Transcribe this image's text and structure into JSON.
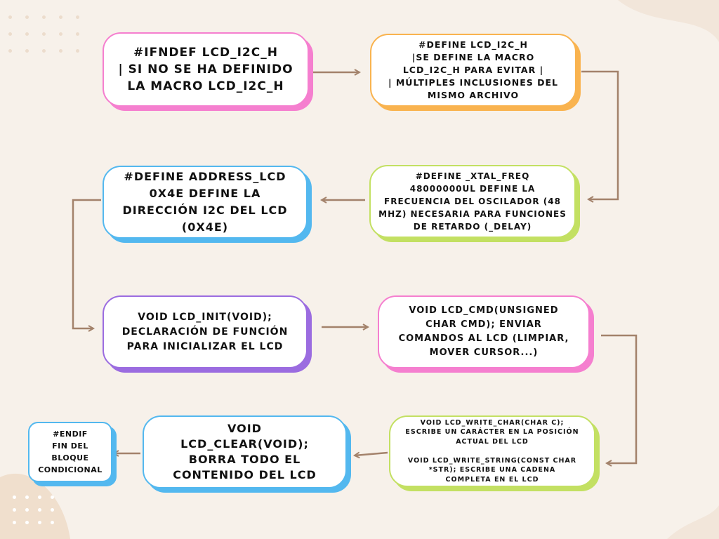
{
  "colors": {
    "background": "#f7f1ea",
    "pink": "#f57fcf",
    "orange": "#f9b34f",
    "blue": "#53b8ef",
    "green": "#c3e062",
    "purple": "#9b6ce0",
    "arrow": "#a3826b"
  },
  "nodes": {
    "ifndef": "#IFNDEF LCD_I2C_H\n| SI NO SE HA DEFINIDO\nLA MACRO LCD_I2C_H",
    "define_macro": "#DEFINE LCD_I2C_H\n|SE DEFINE LA MACRO\nLCD_I2C_H PARA EVITAR        |\n| MÚLTIPLES INCLUSIONES DEL\nMISMO ARCHIVO",
    "xtal_freq": "#DEFINE _XTAL_FREQ\n48000000UL DEFINE LA\nFRECUENCIA DEL OSCILADOR (48\nMHZ)   NECESARIA PARA FUNCIONES\nDE RETARDO (_DELAY)",
    "address_lcd": "#DEFINE ADDRESS_LCD\n0X4E  DEFINE LA\nDIRECCIÓN I2C DEL LCD\n(0X4E)",
    "lcd_init": "VOID LCD_INIT(VOID);\nDECLARACIÓN DE FUNCIÓN\nPARA INICIALIZAR EL LCD",
    "lcd_cmd": "VOID LCD_CMD(UNSIGNED\nCHAR CMD);     ENVIAR\nCOMANDOS AL LCD (LIMPIAR,\nMOVER CURSOR...)",
    "lcd_write": "VOID LCD_WRITE_CHAR(CHAR C);\nESCRIBE UN CARÁCTER EN LA POSICIÓN\nACTUAL DEL LCD\n\nVOID LCD_WRITE_STRING(CONST CHAR\n*STR);    ESCRIBE UNA CADENA\nCOMPLETA EN EL LCD",
    "lcd_clear": "VOID\nLCD_CLEAR(VOID);\nBORRA TODO EL\nCONTENIDO DEL LCD",
    "endif": "#ENDIF\nFIN DEL\nBLOQUE\nCONDICIONAL"
  }
}
